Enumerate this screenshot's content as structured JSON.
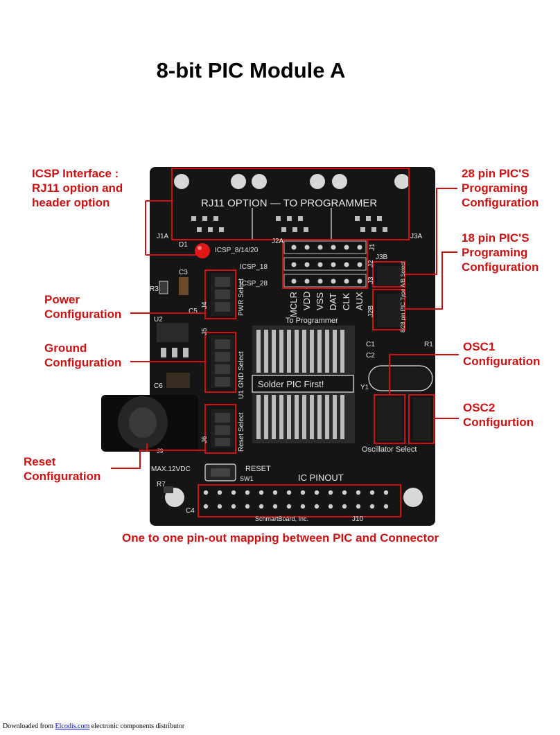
{
  "page": {
    "title": "8-bit PIC Module A"
  },
  "callouts": {
    "icsp": "ICSP Interface :\nRJ11 option and\nheader option",
    "pic28": "28 pin PIC'S\nPrograming\nConfiguration",
    "pic18": "18 pin PIC'S\nPrograming\nConfiguration",
    "power": "Power\nConfiguration",
    "ground": "Ground\nConfiguration",
    "osc1": "OSC1\nConfiguration",
    "osc2": "OSC2\nConfigurtion",
    "reset": "Reset\nConfiguration",
    "pinout": "One to one pin-out mapping between PIC and Connector"
  },
  "board_labels": {
    "rj11": "RJ11  OPTION   —      TO  PROGRAMMER",
    "j1a": "J1A",
    "j2a": "J2A",
    "j3a": "J3A",
    "d1": "D1",
    "j1": "J1",
    "j2": "J2",
    "j3": "J3",
    "j3b": "J3B",
    "j2b": "J2B",
    "icsp_8": "ICSP_8/14/20",
    "icsp_18": "ICSP_18",
    "icsp_28": "ICSP_28",
    "mclr": "MCLR",
    "vdd": "VDD",
    "vss": "VSS",
    "dat": "DAT",
    "clk": "CLK",
    "aux": "AUX",
    "to_programmer": "To Programmer",
    "pwr_select": "PWR Select",
    "gnd_select": "GND Select",
    "reset_select": "Reset Select",
    "r3": "R3",
    "c3": "C3",
    "c5": "C5",
    "u2": "U2",
    "c6": "C6",
    "j4": "J4",
    "j5": "J5",
    "j6": "J6",
    "u1": "U1",
    "c1": "C1",
    "c2": "C2",
    "r1": "R1",
    "y1": "Y1",
    "solder_first": "Solder PIC First!",
    "type_select": "8/28 pin PIC\nType A/B Select",
    "osc_select": "Oscillator Select",
    "max_vdc": "MAX.12VDC",
    "reset": "RESET",
    "sw1": "SW1",
    "r7": "R7",
    "c4": "C4",
    "ic_pinout": "IC PINOUT",
    "schmartboard": "SchmartBoard, Inc.",
    "j10": "J10",
    "j9": "J9"
  },
  "footer": {
    "prefix": "Downloaded from ",
    "link": "Elcodis.com",
    "suffix": "  electronic components distributor"
  },
  "colors": {
    "board": "#141414",
    "callout": "#d01010",
    "silkscreen": "#e8e8e8",
    "pad": "#c9c9c9"
  }
}
